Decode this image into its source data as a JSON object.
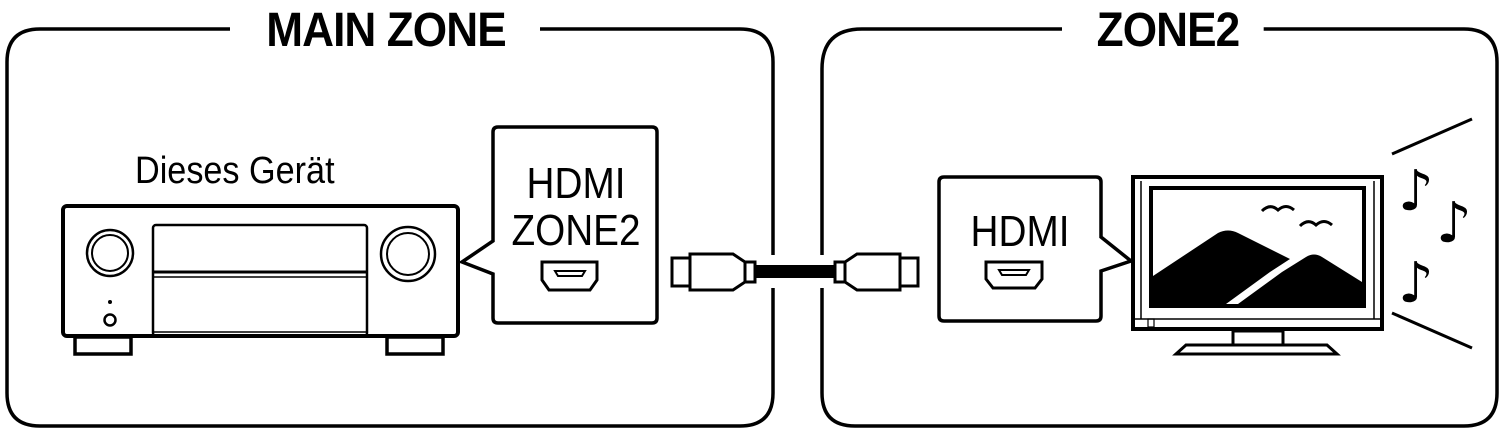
{
  "diagram": {
    "zones": [
      {
        "id": "main",
        "title": "MAIN ZONE",
        "device": {
          "label": "Dieses Gerät",
          "type": "av-receiver"
        },
        "port_callout": {
          "line1": "HDMI",
          "line2": "ZONE2",
          "icon": "hdmi-port-icon"
        }
      },
      {
        "id": "zone2",
        "title": "ZONE2",
        "port_callout": {
          "line1": "HDMI",
          "icon": "hdmi-port-icon"
        },
        "device": {
          "type": "tv",
          "extras": [
            "mountains-birds-picture",
            "music-notes-sound"
          ]
        }
      }
    ],
    "connection": {
      "type": "hdmi-cable",
      "from": "MAIN ZONE / HDMI ZONE2",
      "to": "ZONE2 / HDMI"
    },
    "colors": {
      "stroke": "#000000",
      "background": "#ffffff"
    }
  }
}
